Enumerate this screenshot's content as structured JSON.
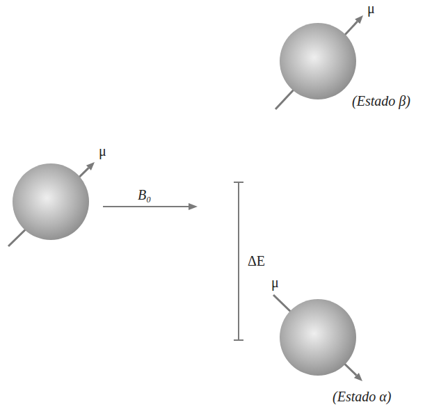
{
  "diagram": {
    "labels": [
      "μ",
      "B₀",
      "ΔE",
      "μ",
      "(Estado β)",
      "μ",
      "(Estado α)"
    ]
  }
}
